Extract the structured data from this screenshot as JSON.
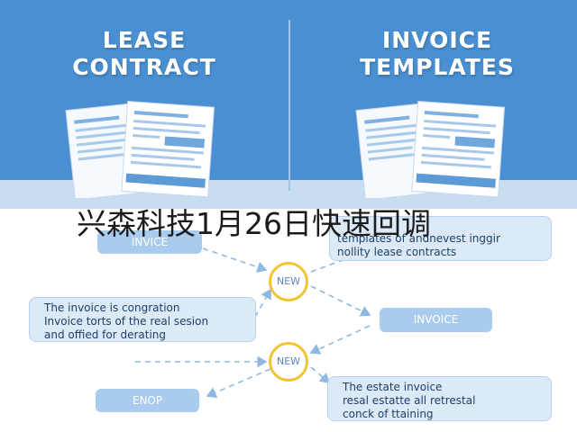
{
  "left_panel": {
    "title_line1": "LEASE",
    "title_line2": "CONTRACT"
  },
  "right_panel": {
    "title_line1": "INVOICE",
    "title_line2": "TEMPLATES"
  },
  "overlay_headline": "兴森科技1月26日快速回调",
  "flow": {
    "top_left_label": "INVICE",
    "top_right_box": [
      "templates of andnevest inggir",
      "nollity lease contracts"
    ],
    "new_top": "NEW",
    "left_box": [
      "The invoice is congration",
      "Invoice torts of the real sesion",
      "and offied for derating"
    ],
    "invoice_button": "INVOICE",
    "new_bottom": "NEW",
    "enop_button": "ENOP",
    "bottom_right_box": [
      "The estate invoice",
      "resal estatte all retrestal",
      "conck of ttaining"
    ]
  },
  "colors": {
    "band": "#4a8fd1",
    "box": "#dceaf7",
    "accent": "#f2c335",
    "button": "#a9cbee"
  }
}
